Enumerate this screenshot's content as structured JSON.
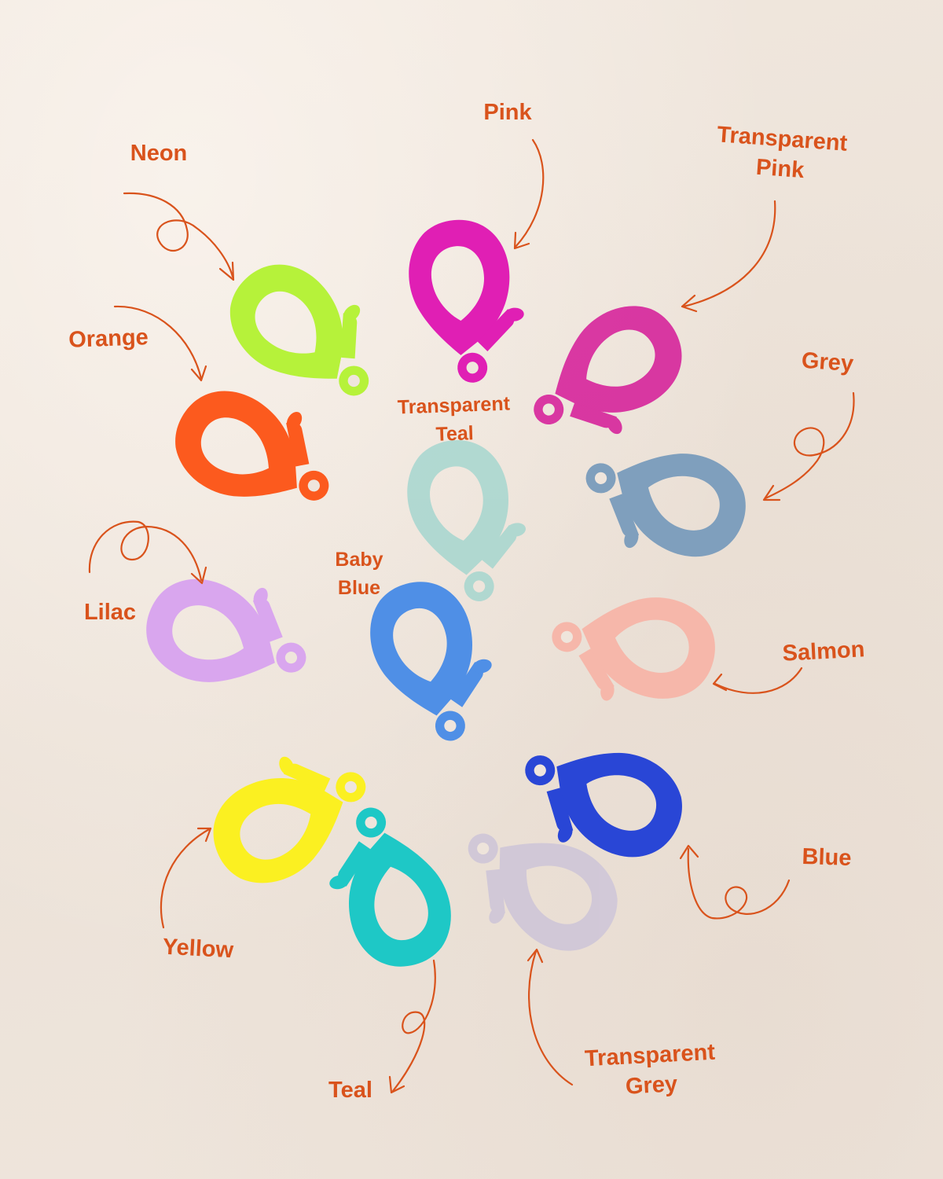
{
  "colors": {
    "label": "#d9531c",
    "background": "#efe5dc"
  },
  "clasps": [
    {
      "name": "Neon",
      "color": "#b6f23a"
    },
    {
      "name": "Pink",
      "color": "#e01fb4"
    },
    {
      "name": "Transparent Pink",
      "color": "#d6209a"
    },
    {
      "name": "Orange",
      "color": "#fc5a1e"
    },
    {
      "name": "Transparent Teal",
      "color": "#a6d6cf"
    },
    {
      "name": "Grey",
      "color": "#7f9fbd"
    },
    {
      "name": "Lilac",
      "color": "#d9a6ee"
    },
    {
      "name": "Baby Blue",
      "color": "#4f8fe6"
    },
    {
      "name": "Salmon",
      "color": "#f6b7aa"
    },
    {
      "name": "Yellow",
      "color": "#fbf021"
    },
    {
      "name": "Teal",
      "color": "#1ec8c6"
    },
    {
      "name": "Transparent Grey",
      "color": "#cfc6d8"
    },
    {
      "name": "Blue",
      "color": "#2946d6"
    }
  ],
  "labels": {
    "neon": "Neon",
    "pink": "Pink",
    "transparent_pink_1": "Transparent",
    "transparent_pink_2": "Pink",
    "orange": "Orange",
    "transparent_teal_1": "Transparent",
    "transparent_teal_2": "Teal",
    "grey": "Grey",
    "lilac": "Lilac",
    "baby_blue_1": "Baby",
    "baby_blue_2": "Blue",
    "salmon": "Salmon",
    "yellow": "Yellow",
    "teal": "Teal",
    "transparent_grey_1": "Transparent",
    "transparent_grey_2": "Grey",
    "blue": "Blue"
  }
}
